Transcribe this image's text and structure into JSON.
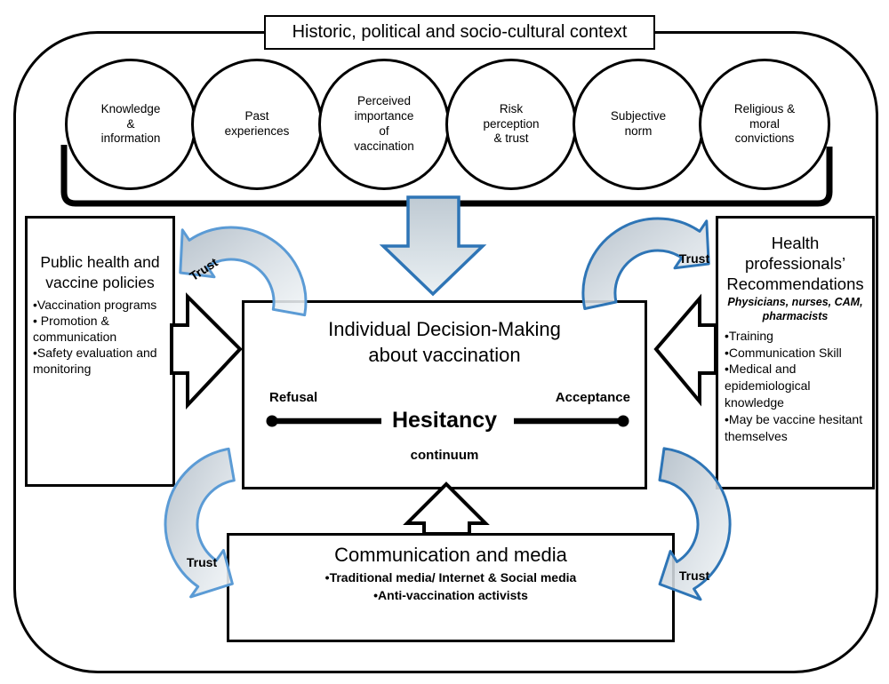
{
  "context_banner": {
    "label": "Historic, political and socio-cultural context"
  },
  "determinant_circles": [
    {
      "label": "Knowledge\n&\ninformation"
    },
    {
      "label": "Past\nexperiences"
    },
    {
      "label": "Perceived\nimportance\nof\nvaccination"
    },
    {
      "label": "Risk\nperception\n& trust"
    },
    {
      "label": "Subjective\nnorm"
    },
    {
      "label": "Religious &\nmoral\nconvictions"
    }
  ],
  "left_box": {
    "heading": "Public health and\nvaccine policies",
    "bullets": [
      "•Vaccination programs",
      "• Promotion & communication",
      "•Safety evaluation and monitoring"
    ]
  },
  "right_box": {
    "heading": "Health\nprofessionals’\nRecommendations",
    "subheading": "Physicians, nurses, CAM,\npharmacists",
    "bullets": [
      "•Training",
      "•Communication Skill",
      "•Medical and epidemiological knowledge",
      "•May be vaccine hesitant themselves"
    ]
  },
  "center_box": {
    "heading": "Individual Decision-Making\nabout vaccination",
    "refusal_label": "Refusal",
    "acceptance_label": "Acceptance",
    "hesitancy_label": "Hesitancy",
    "continuum_label": "continuum"
  },
  "bottom_box": {
    "heading": "Communication and media",
    "bullets": [
      "•Traditional media/ Internet & Social media",
      "•Anti-vaccination activists"
    ]
  },
  "trust_labels": [
    "Trust",
    "Trust",
    "Trust",
    "Trust"
  ],
  "colors": {
    "outline": "#000000",
    "arrow_blue_dark": "#2E75B6",
    "arrow_blue_light": "#5B9BD5",
    "band_fill_dark": "#AFBBC6",
    "band_fill_light": "#F2F6F8"
  }
}
